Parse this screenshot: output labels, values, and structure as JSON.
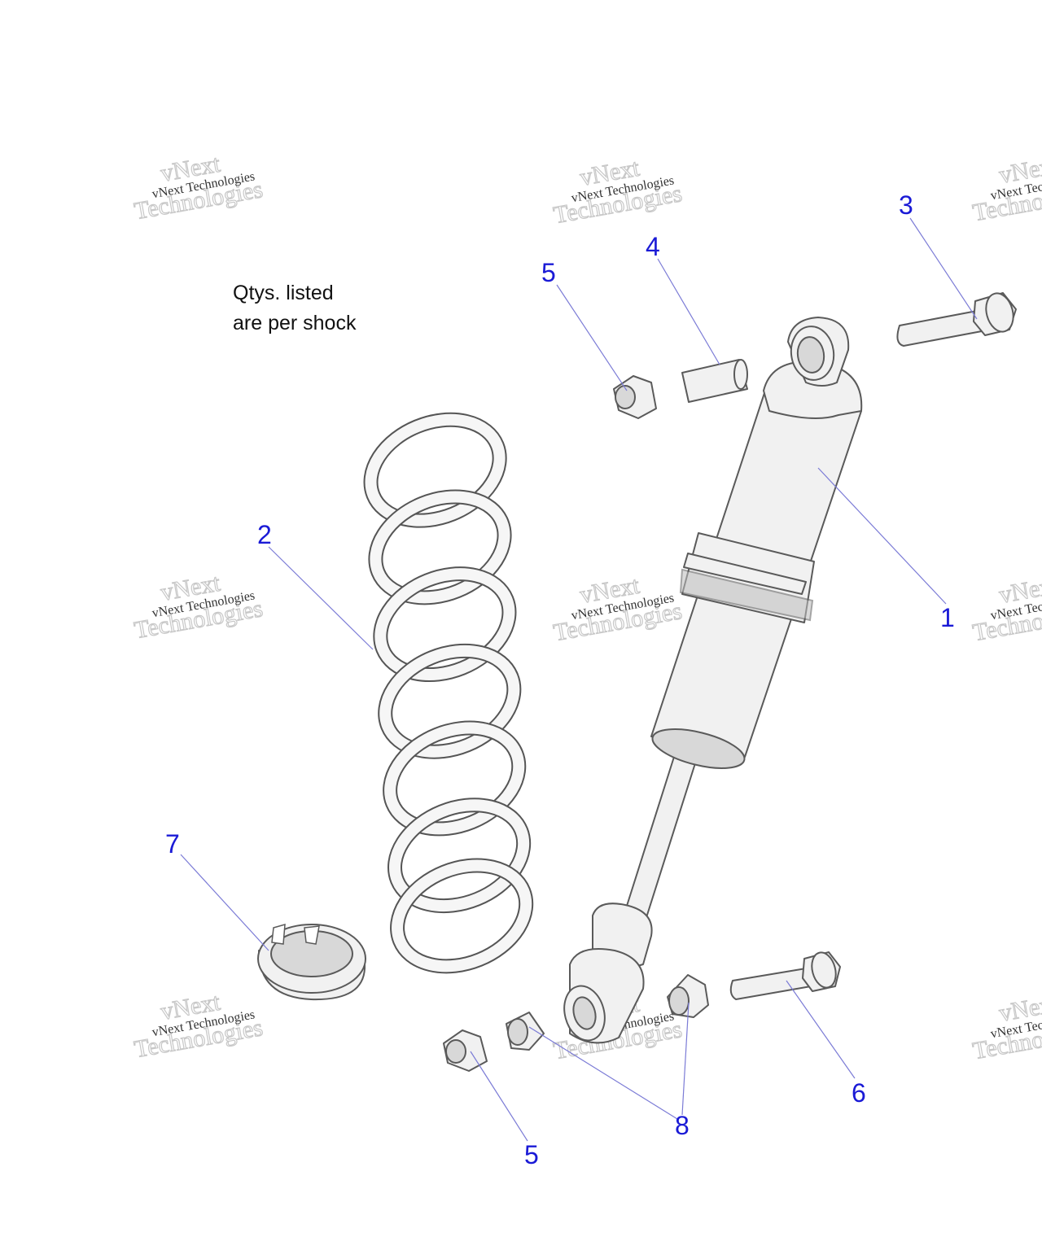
{
  "note": {
    "line1": "Qtys. listed",
    "line2": "are per shock"
  },
  "callouts": {
    "c1": "1",
    "c2": "2",
    "c3": "3",
    "c4": "4",
    "c5a": "5",
    "c5b": "5",
    "c6": "6",
    "c7": "7",
    "c8": "8"
  },
  "watermark": {
    "small": "vNext Technologies",
    "large_top": "vNext",
    "large_bottom": "Technologies"
  },
  "colors": {
    "callout": "#1a1ad6",
    "leader": "#7b7bd6",
    "part_fill": "#f1f1f1",
    "part_stroke": "#5a5a5a"
  }
}
